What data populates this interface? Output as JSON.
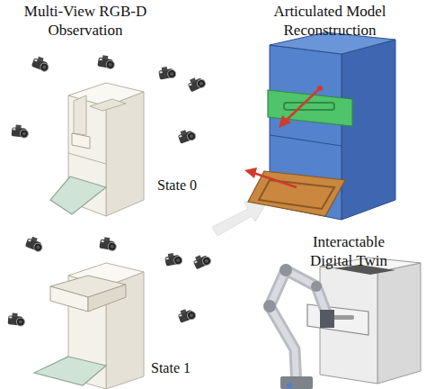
{
  "diagram": {
    "labels": [
      "Multi-View RGB-D Observation",
      "Articulated Model Reconstruction",
      "State 0",
      "Interactable Digital Twin",
      "State 1"
    ]
  }
}
